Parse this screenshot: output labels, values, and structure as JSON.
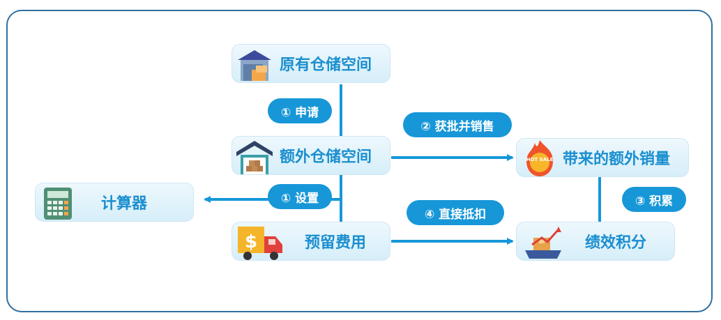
{
  "nodes": {
    "original": "原有仓储空间",
    "extra": "额外仓储空间",
    "calculator": "计算器",
    "reserve": "预留费用",
    "sales": "带来的额外销量",
    "score": "绩效积分"
  },
  "steps": {
    "apply": "① 申请",
    "approve": "② 获批并销售",
    "setup": "① 设置",
    "deduct": "④ 直接抵扣",
    "accumulate": "③ 积累"
  },
  "icons": {
    "original": "warehouse-icon",
    "extra": "warehouse-boxes-icon",
    "calculator": "calculator-icon",
    "reserve": "dollar-truck-icon",
    "sales": "hot-sale-icon",
    "score": "growth-chart-icon",
    "hot_text": "HOT SALE"
  },
  "colors": {
    "accent": "#1797d8",
    "text": "#1b8fcf",
    "border": "#2f6f9f"
  }
}
